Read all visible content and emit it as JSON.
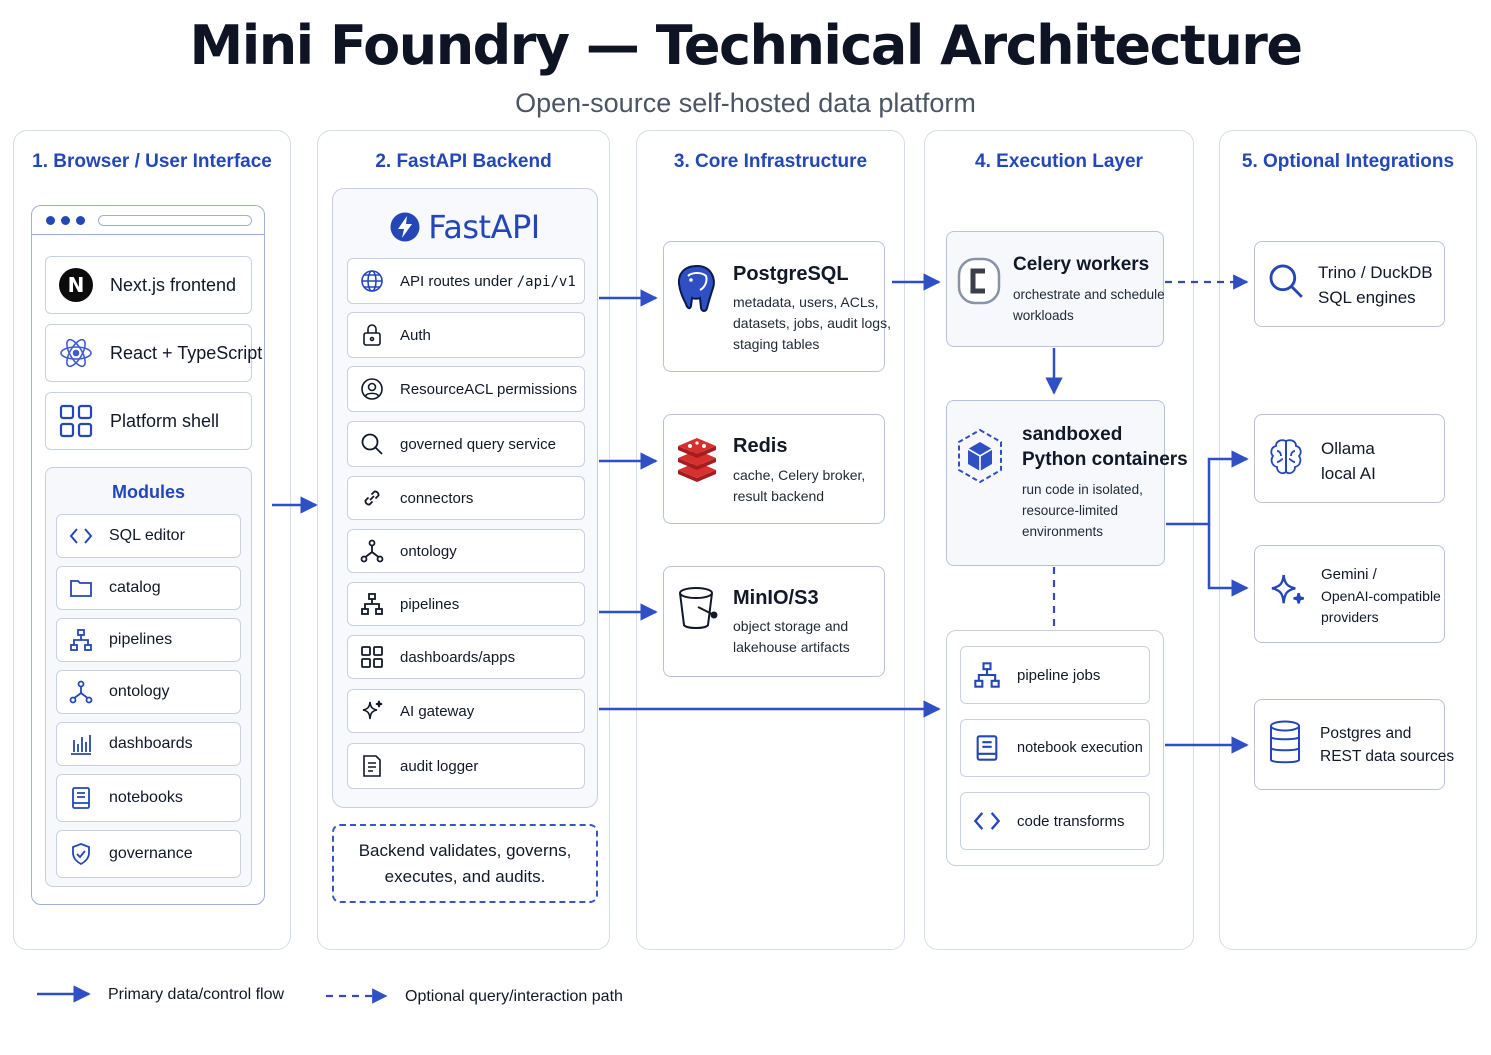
{
  "title": "Mini Foundry — Technical Architecture",
  "subtitle": "Open-source self-hosted data platform",
  "columns": {
    "browser": "1. Browser / User Interface",
    "backend": "2. FastAPI Backend",
    "infra": "3. Core Infrastructure",
    "execution": "4. Execution Layer",
    "integrations": "5. Optional Integrations"
  },
  "browser": {
    "items": [
      "Next.js frontend",
      "React + TypeScript",
      "Platform shell"
    ],
    "modules_title": "Modules",
    "modules": [
      "SQL editor",
      "catalog",
      "pipelines",
      "ontology",
      "dashboards",
      "notebooks",
      "governance"
    ]
  },
  "backend": {
    "logo_text": "FastAPI",
    "routes_prefix": "API routes under",
    "routes_path": "/api/v1",
    "items": [
      "Auth",
      "ResourceACL permissions",
      "governed query service",
      "connectors",
      "ontology",
      "pipelines",
      "dashboards/apps",
      "AI gateway",
      "audit logger"
    ],
    "note": "Backend validates, governs, executes, and audits."
  },
  "infra": {
    "postgres": {
      "title": "PostgreSQL",
      "desc": [
        "metadata, users, ACLs,",
        "datasets, jobs, audit logs,",
        "staging tables"
      ]
    },
    "redis": {
      "title": "Redis",
      "desc": [
        "cache, Celery broker,",
        "result backend"
      ]
    },
    "minio": {
      "title": "MinIO/S3",
      "desc": [
        "object storage and",
        "lakehouse artifacts"
      ]
    }
  },
  "execution": {
    "celery": {
      "title": "Celery workers",
      "desc": [
        "orchestrate and schedule",
        "workloads"
      ]
    },
    "sandbox": {
      "title": [
        "sandboxed",
        "Python containers"
      ],
      "desc": [
        "run code in isolated,",
        "resource-limited",
        "environments"
      ]
    },
    "jobs": [
      "pipeline jobs",
      "notebook execution",
      "code transforms"
    ]
  },
  "integrations": {
    "trino": [
      "Trino / DuckDB",
      "SQL engines"
    ],
    "ollama": [
      "Ollama",
      "local AI"
    ],
    "gemini": [
      "Gemini /",
      "OpenAI-compatible",
      "providers"
    ],
    "sources": [
      "Postgres and",
      "REST data sources"
    ]
  },
  "legend": {
    "solid": "Primary data/control flow",
    "dashed": "Optional query/interaction path"
  },
  "colors": {
    "accent": "#2447b8",
    "arrow": "#2f4fc4",
    "border": "#c6cfe0",
    "redis": "#c8282b"
  }
}
